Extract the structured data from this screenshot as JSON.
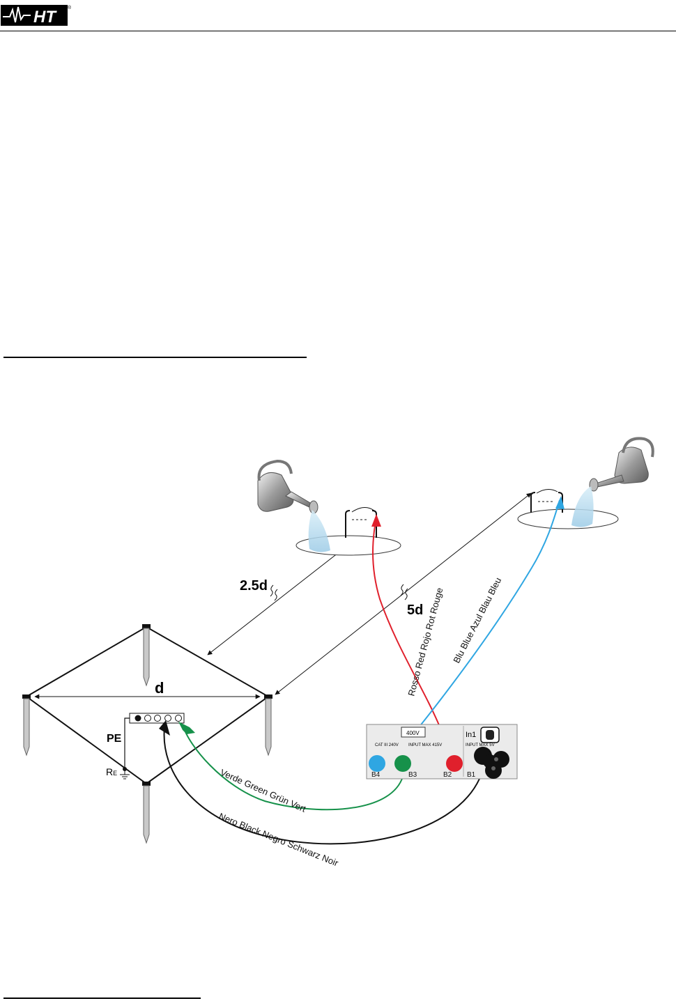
{
  "header": {
    "logo_text": "HT",
    "registered_mark": "®"
  },
  "diagram": {
    "distance_near": "2.5d",
    "distance_far": "5d",
    "side_length": "d",
    "pe_label": "PE",
    "re_label": "R",
    "re_subscript": "E",
    "cable_red": "Rosso Red Rojo Rot Rouge",
    "cable_blue": "Blu Blue Azul Blau Bleu",
    "cable_green": "Verde Green Grün Vert",
    "cable_black": "Nero Black Negro Schwarz Noir",
    "instrument": {
      "voltage_mark": "400V",
      "in1_label": "In1",
      "cat_text": "CAT III 240V",
      "input_max_1": "INPUT MAX 415V",
      "input_max_2": "INPUT MAX 5V",
      "terminals": [
        "B4",
        "B3",
        "B2",
        "B1"
      ]
    },
    "colors": {
      "red": "#e0202c",
      "blue": "#2fa6e2",
      "green": "#16914a",
      "black": "#111111"
    }
  }
}
